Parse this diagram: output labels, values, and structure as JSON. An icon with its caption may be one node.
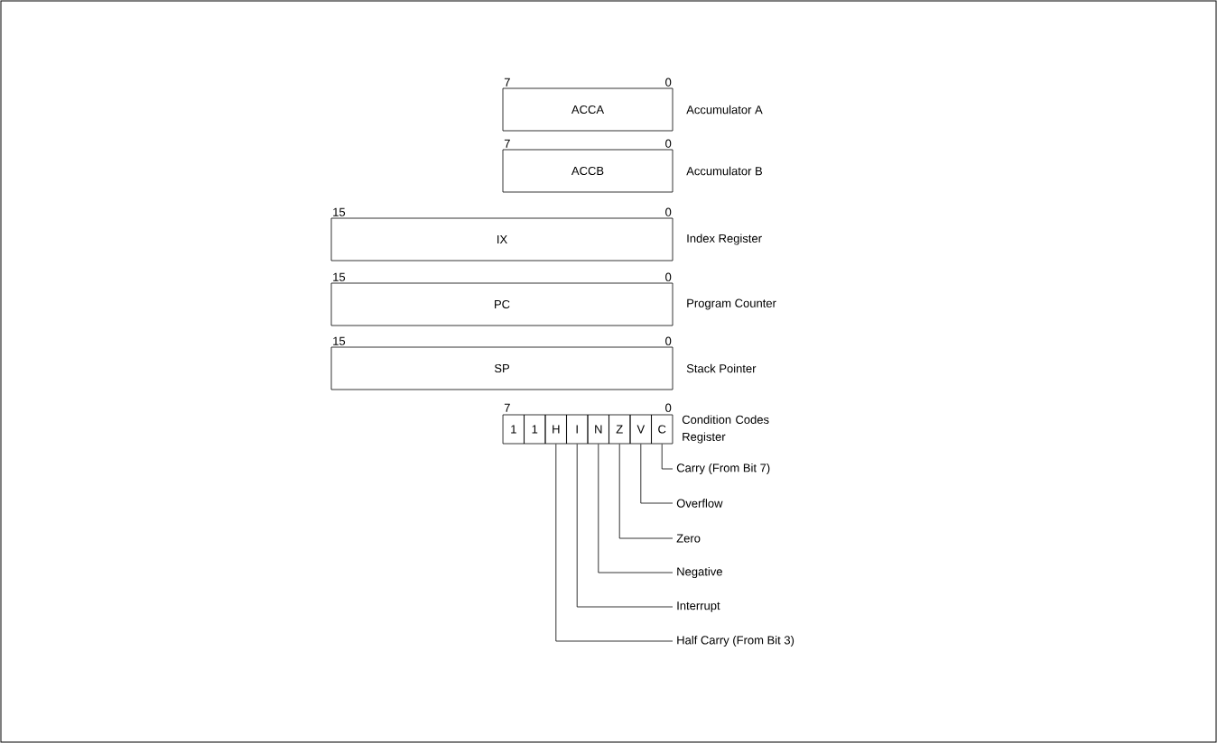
{
  "diagram": {
    "nodes": [
      {
        "text": [
          "ACCA"
        ],
        "beside": [
          "7",
          "0",
          "Accumulator A"
        ]
      },
      {
        "text": [
          "ACCB"
        ],
        "beside": [
          "7",
          "0",
          "Accumulator B"
        ]
      },
      {
        "text": [
          "IX"
        ],
        "beside": [
          "15",
          "0",
          "Index Register"
        ]
      },
      {
        "text": [
          "PC"
        ],
        "beside": [
          "15",
          "0",
          "Program Counter"
        ]
      },
      {
        "text": [
          "SP"
        ],
        "beside": [
          "15",
          "0",
          "Stack Pointer"
        ]
      },
      {
        "text": [
          "1"
        ]
      },
      {
        "text": [
          "1"
        ]
      },
      {
        "text": [
          "H"
        ]
      },
      {
        "text": [
          "I"
        ]
      },
      {
        "text": [
          "N"
        ]
      },
      {
        "text": [
          "Z"
        ]
      },
      {
        "text": [
          "V"
        ]
      },
      {
        "text": [
          "C"
        ]
      },
      {
        "text": [
          "Carry (From Bit 7)"
        ]
      },
      {
        "text": [
          "Overflow"
        ]
      },
      {
        "text": [
          "Zero"
        ]
      },
      {
        "text": [
          "Negative"
        ]
      },
      {
        "text": [
          "Interrupt"
        ]
      },
      {
        "text": [
          "Half Carry (From Bit 3)"
        ]
      }
    ],
    "edges": [
      {
        "from": 13,
        "to": 12,
        "arrow": "none"
      },
      {
        "from": 14,
        "to": 11,
        "arrow": "none"
      },
      {
        "from": 15,
        "to": 10,
        "arrow": "none"
      },
      {
        "from": 16,
        "to": 9,
        "arrow": "none"
      },
      {
        "from": 17,
        "to": 8,
        "arrow": "none"
      },
      {
        "from": 18,
        "to": 7,
        "arrow": "none"
      }
    ],
    "labels": [
      "7",
      "0",
      "Condition Codes Register"
    ]
  }
}
